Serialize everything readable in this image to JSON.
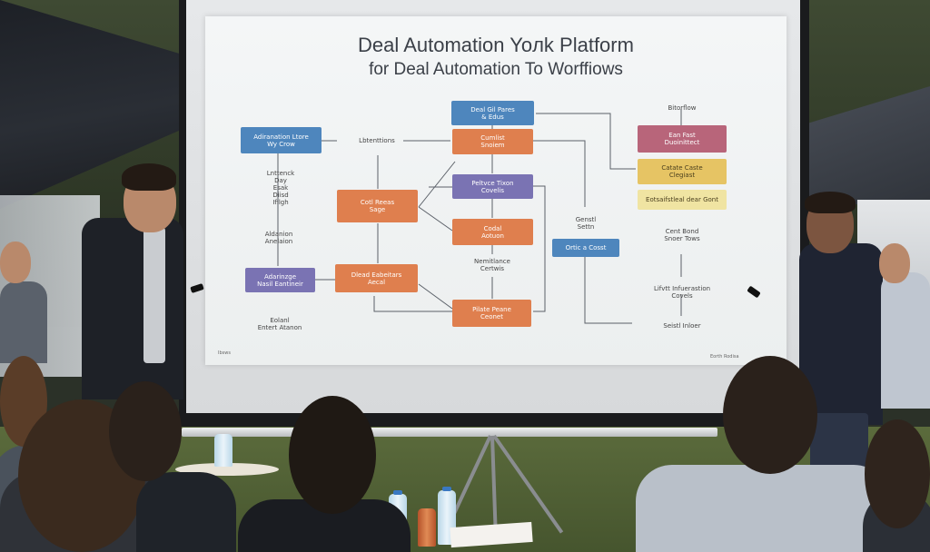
{
  "slide": {
    "title_line1": "Deal Automation Yoлk Platform",
    "title_line2": "for Deal Automation To Worffiows",
    "footer_left": "Ibsws",
    "footer_right": "Eorth Rodisa"
  },
  "boxes": {
    "top_center": "Deal Gil Pares\n& Edus",
    "left_blue": "Adiranation Ltore\nWy Crow",
    "center_orange_1": "Cumlist\nSnoiem",
    "center_purple": "Peltvce Tixon\nCovelis",
    "left_orange": "Cotl Reeas\nSage",
    "center_orange_2": "Codal\nAotuon",
    "right_blue": "Ortic a Cosst",
    "left_purple": "Adarinzge\nNasil Eantineir",
    "lower_orange": "Dlead Eabeitars\nAecal",
    "bottom_orange": "Pilate Peane\nCeonet",
    "right_pink": "Ean Fast\nDuoinittect",
    "right_yellow": "Catate Caste\nClegiast",
    "right_yellow_light": "Eotsaifstleal dear Gont"
  },
  "labels": {
    "bitorflow": "Bitorflow",
    "lbtenttions": "Lbtenttions",
    "left_list": "Lnttenck\nDay\nEsak\nDiisd\nIfilgh",
    "aldanion": "Aldanion\nAnelaion",
    "nemitlance": "Nemitlance\nCertwis",
    "bottom_left": "Eolanl\nEntert Atanon",
    "center_right": "Genstl\nSettn",
    "right_mid": "Cent Bond\nSnoer Tows",
    "right_lower": "Lifvtt Infuerastion\nCovels",
    "right_bottom": "Seistl Inloer"
  },
  "colors": {
    "blue": "#4e86bd",
    "orange": "#df7f4e",
    "purple": "#7a73b3",
    "pink": "#b8657a",
    "yellow": "#e6c464",
    "light_yellow": "#f0e4a2"
  }
}
